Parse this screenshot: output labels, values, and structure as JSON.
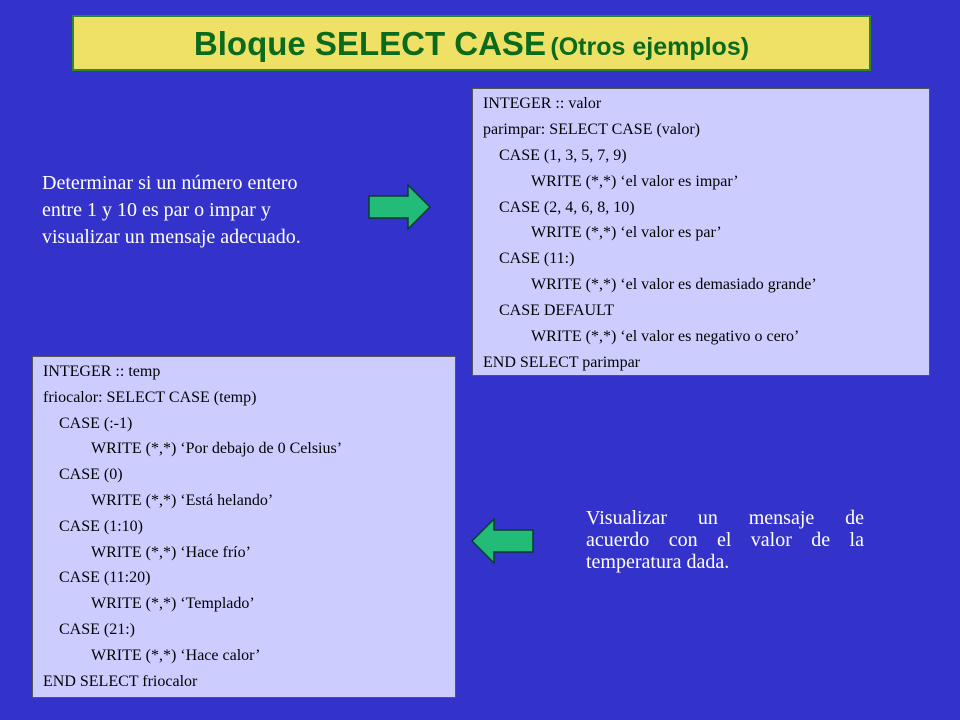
{
  "title": {
    "main": "Bloque SELECT CASE",
    "sub": "(Otros ejemplos)"
  },
  "colors": {
    "background": "#3333cc",
    "title_bg": "#efe066",
    "title_text": "#0a6b1e",
    "code_bg": "#ccccff",
    "arrow_fill": "#22bb77"
  },
  "example1": {
    "description": "Determinar si un número entero entre 1 y 10 es par o impar y visualizar un mensaje adecuado.",
    "description_lines": [
      "Determinar si un número entero",
      "entre 1 y 10 es par o impar y",
      "visualizar un mensaje adecuado."
    ],
    "arrow_icon": "arrow-right-icon",
    "code": [
      "INTEGER :: valor",
      "parimpar: SELECT CASE (valor)",
      "CASE (1, 3, 5, 7, 9)",
      "WRITE (*,*) ‘el valor es impar’",
      "CASE (2, 4, 6, 8, 10)",
      "WRITE (*,*) ‘el valor es par’",
      "CASE (11:)",
      "WRITE (*,*) ‘el valor es demasiado grande’",
      "CASE DEFAULT",
      "WRITE (*,*) ‘el valor es negativo o cero’",
      "END SELECT parimpar"
    ]
  },
  "example2": {
    "description_lines": [
      "Visualizar un mensaje de",
      "acuerdo con el valor de la",
      "temperatura dada."
    ],
    "arrow_icon": "arrow-left-icon",
    "code": [
      "INTEGER :: temp",
      "friocalor: SELECT CASE (temp)",
      "CASE (:-1)",
      "WRITE (*,*) ‘Por debajo de 0 Celsius’",
      "CASE (0)",
      "WRITE (*,*) ‘Está helando’",
      "CASE (1:10)",
      "WRITE (*,*) ‘Hace frío’",
      "CASE (11:20)",
      "WRITE (*,*) ‘Templado’",
      "CASE (21:)",
      "WRITE (*,*) ‘Hace calor’",
      "END SELECT friocalor"
    ]
  }
}
